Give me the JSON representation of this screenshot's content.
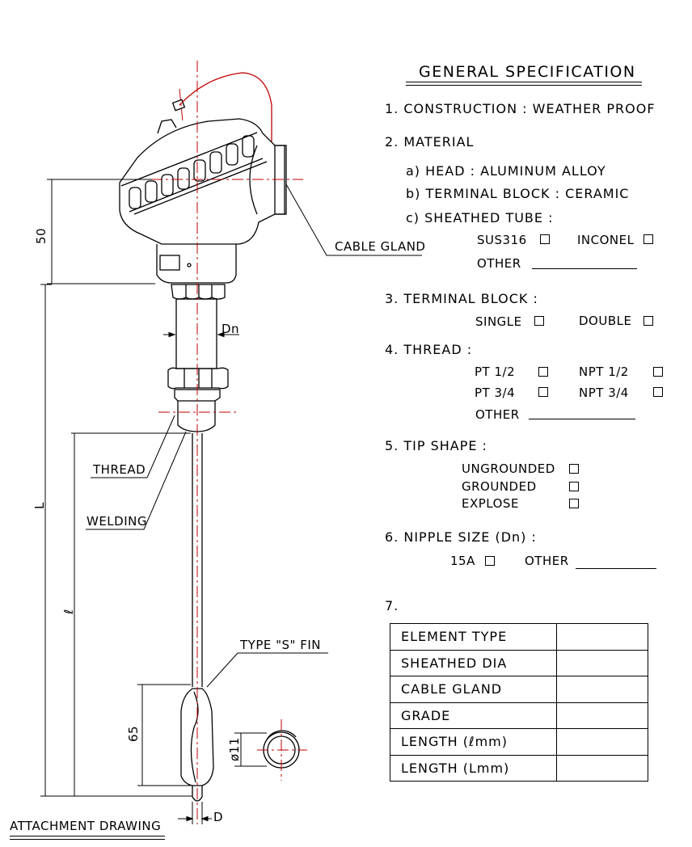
{
  "drawing": {
    "cable_gland_label": "CABLE GLAND",
    "dim_head": "50",
    "dim_nipple": "Dn",
    "thread_label": "THREAD",
    "welding_label": "WELDING",
    "dim_total": "L",
    "dim_insertion": "ℓ",
    "fin_label": "TYPE \"S\" FIN",
    "dim_fin": "65",
    "dim_fin_dia": "ø11",
    "dim_tube_dia": "D",
    "caption": "ATTACHMENT DRAWING"
  },
  "spec": {
    "title": "GENERAL SPECIFICATION",
    "s1": "1. CONSTRUCTION : WEATHER PROOF",
    "s2": "2. MATERIAL",
    "s2a": "a) HEAD : ALUMINUM ALLOY",
    "s2b": "b) TERMINAL BLOCK : CERAMIC",
    "s2c": "c) SHEATHED TUBE :",
    "sus316": "SUS316",
    "inconel": "INCONEL",
    "other": "OTHER",
    "s3": "3. TERMINAL BLOCK :",
    "single": "SINGLE",
    "double": "DOUBLE",
    "s4": "4. THREAD :",
    "pt12": "PT 1/2",
    "npt12": "NPT 1/2",
    "pt34": "PT 3/4",
    "npt34": "NPT 3/4",
    "s5": "5. TIP SHAPE :",
    "ungrounded": "UNGROUNDED",
    "grounded": "GROUNDED",
    "explose": "EXPLOSE",
    "s6": "6. NIPPLE SIZE (Dn) :",
    "a15": "15A",
    "s7": "7.",
    "table": [
      {
        "label": "ELEMENT TYPE",
        "value": ""
      },
      {
        "label": "SHEATHED DIA",
        "value": ""
      },
      {
        "label": "CABLE GLAND",
        "value": ""
      },
      {
        "label": "GRADE",
        "value": ""
      },
      {
        "label": "LENGTH  (ℓmm)",
        "value": ""
      },
      {
        "label": "LENGTH  (Lmm)",
        "value": ""
      }
    ]
  }
}
